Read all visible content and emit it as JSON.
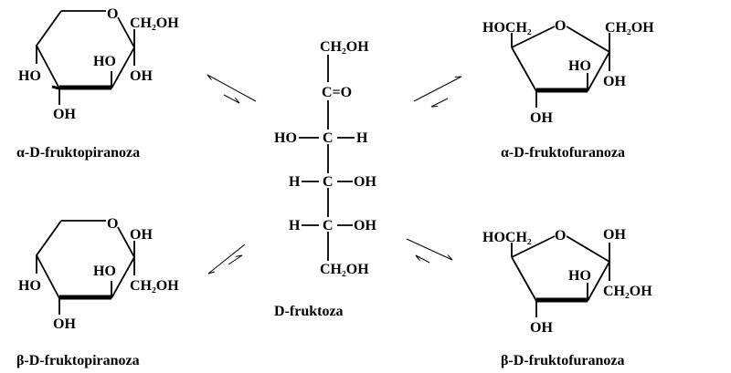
{
  "alpha_pyranose": {
    "name": "α-D-fruktopiranoza",
    "ring_o": "O",
    "c2_top": "CH₂OH",
    "c2_bottom": "OH",
    "c3": "HO",
    "c4": "OH",
    "c5": "HO"
  },
  "beta_pyranose": {
    "name": "β-D-fruktopiranoza",
    "ring_o": "O",
    "c2_top": "OH",
    "c2_bottom": "CH₂OH",
    "c3": "HO",
    "c4": "OH",
    "c5": "HO"
  },
  "alpha_furanose": {
    "name": "α-D-fruktofuranoza",
    "ring_o": "O",
    "c6": "HOCH₂",
    "c2_top": "CH₂OH",
    "c2_bottom": "OH",
    "c3": "HO",
    "c4": "OH"
  },
  "beta_furanose": {
    "name": "β-D-fruktofuranoza",
    "ring_o": "O",
    "c6": "HOCH₂",
    "c2_top": "OH",
    "c2_bottom": "CH₂OH",
    "c3": "HO",
    "c4": "OH"
  },
  "open_chain": {
    "name": "D-fruktoza",
    "c1": "CH₂OH",
    "c2": "C=O",
    "c3_left": "HO",
    "c3_c": "C",
    "c3_right": "H",
    "c4_left": "H",
    "c4_c": "C",
    "c4_right": "OH",
    "c5_left": "H",
    "c5_c": "C",
    "c5_right": "OH",
    "c6": "CH₂OH"
  }
}
